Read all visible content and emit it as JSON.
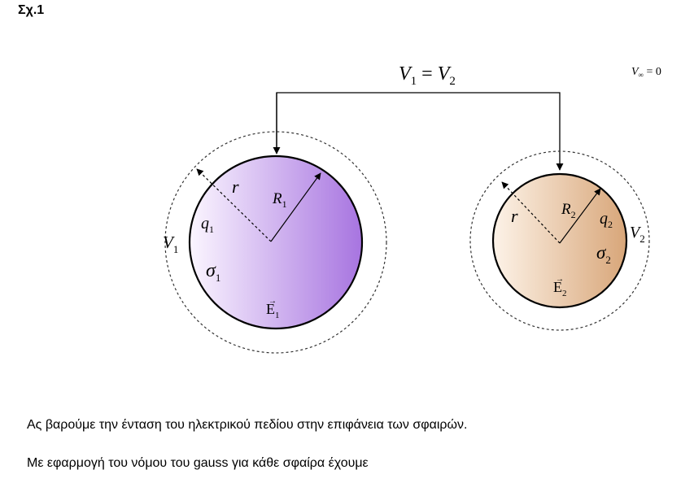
{
  "figure_label": "Σχ.1",
  "header": {
    "equation": {
      "v1": "V",
      "s1": "1",
      "eq": " = ",
      "v2": "V",
      "s2": "2"
    },
    "vinf": {
      "v": "V",
      "sub": "∞",
      "rest": " = 0"
    }
  },
  "sphere1": {
    "r_label": "r",
    "R": {
      "main": "R",
      "sub": "1"
    },
    "q": {
      "main": "q",
      "sub": "1"
    },
    "V": {
      "main": "V",
      "sub": "1"
    },
    "sigma": {
      "main": "σ",
      "sub": "1"
    },
    "E": {
      "main": "E",
      "sub": "1",
      "arrow": "⃗"
    }
  },
  "sphere2": {
    "r_label": "r",
    "R": {
      "main": "R",
      "sub": "2"
    },
    "q": {
      "main": "q",
      "sub": "2"
    },
    "V": {
      "main": "V",
      "sub": "2"
    },
    "sigma": {
      "main": "σ",
      "sub": "2"
    },
    "E": {
      "main": "E",
      "sub": "2",
      "arrow": "⃗"
    }
  },
  "text": {
    "line1": "Ας βαρούμε την ένταση του ηλεκτρικού πεδίου στην επιφάνεια  των σφαιρών.",
    "line2": "Με εφαρμογή του νόμου του gauss για κάθε σφαίρα έχουμε"
  },
  "colors": {
    "sphere1_light": "#fbf6ff",
    "sphere1_dark": "#a774e0",
    "sphere2_light": "#fdf3e8",
    "sphere2_dark": "#d8a679"
  }
}
